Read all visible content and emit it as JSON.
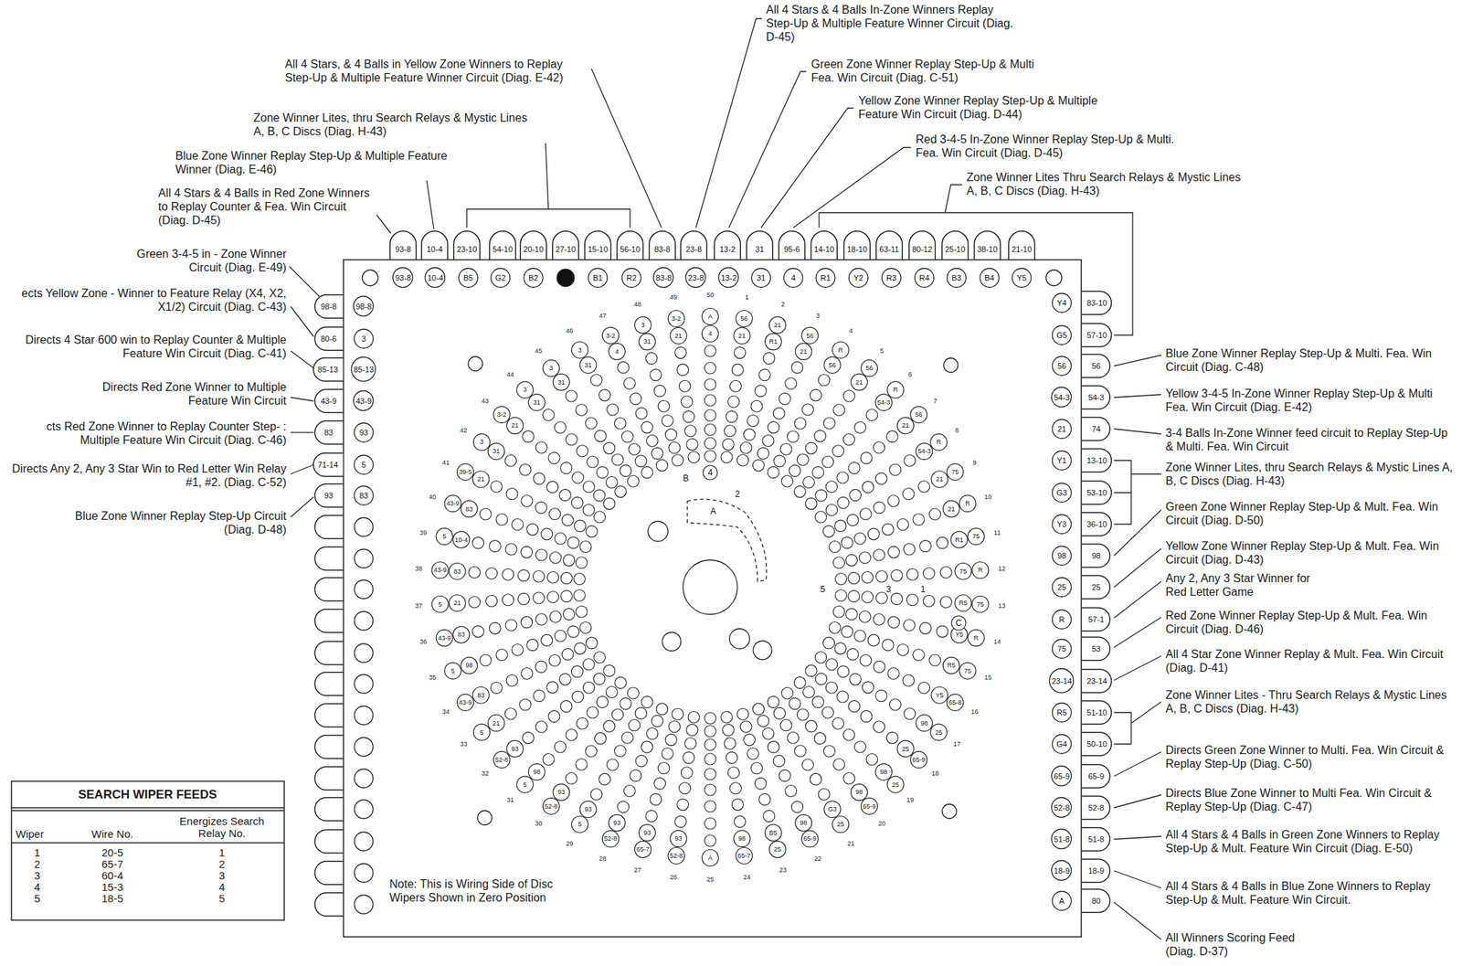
{
  "diagram": {
    "nodes": [
      {
        "text": [
          "Note: This is Wiring Side of Disc Wipers Shown in Zero Position"
        ]
      },
      {
        "text": [
          "93-8"
        ]
      },
      {
        "text": [
          "10-4"
        ]
      },
      {
        "text": [
          "23-10"
        ]
      },
      {
        "text": [
          "54-10"
        ]
      },
      {
        "text": [
          "20-10"
        ]
      },
      {
        "text": [
          "27-10"
        ]
      },
      {
        "text": [
          "15-10"
        ]
      },
      {
        "text": [
          "56-10"
        ]
      },
      {
        "text": [
          "83-8"
        ]
      },
      {
        "text": [
          "23-8"
        ]
      },
      {
        "text": [
          "13-2"
        ]
      },
      {
        "text": [
          "31"
        ]
      },
      {
        "text": [
          "95-6"
        ]
      },
      {
        "text": [
          "14-10"
        ]
      },
      {
        "text": [
          "18-10"
        ]
      },
      {
        "text": [
          "63-11"
        ]
      },
      {
        "text": [
          "80-12"
        ]
      },
      {
        "text": [
          "25-10"
        ]
      },
      {
        "text": [
          "38-10"
        ]
      },
      {
        "text": [
          "21-10"
        ]
      },
      {
        "text": [
          "93-8"
        ],
        "in": 0
      },
      {
        "text": [
          "10-4"
        ],
        "in": 0
      },
      {
        "text": [
          "B5"
        ],
        "in": 0
      },
      {
        "text": [
          "G2"
        ],
        "in": 0
      },
      {
        "text": [
          "B2"
        ],
        "in": 0
      },
      {
        "text": [
          "B1"
        ],
        "in": 0
      },
      {
        "text": [
          "R2"
        ],
        "in": 0
      },
      {
        "text": [
          "83-8"
        ],
        "in": 0
      },
      {
        "text": [
          "23-8"
        ],
        "in": 0
      },
      {
        "text": [
          "13-2"
        ],
        "in": 0
      },
      {
        "text": [
          "31"
        ],
        "in": 0
      },
      {
        "text": [
          "4"
        ],
        "in": 0
      },
      {
        "text": [
          "R1"
        ],
        "in": 0
      },
      {
        "text": [
          "Y2"
        ],
        "in": 0
      },
      {
        "text": [
          "R3"
        ],
        "in": 0
      },
      {
        "text": [
          "R4"
        ],
        "in": 0
      },
      {
        "text": [
          "B3"
        ],
        "in": 0
      },
      {
        "text": [
          "B4"
        ],
        "in": 0
      },
      {
        "text": [
          "Y5"
        ],
        "in": 0
      },
      {
        "text": [
          "98-8"
        ]
      },
      {
        "text": [
          "80-6"
        ]
      },
      {
        "text": [
          "85-13"
        ]
      },
      {
        "text": [
          "43-9"
        ]
      },
      {
        "text": [
          "83"
        ]
      },
      {
        "text": [
          "71-14"
        ]
      },
      {
        "text": [
          "93"
        ]
      },
      {
        "text": [
          "98-8"
        ],
        "in": 0
      },
      {
        "text": [
          "3"
        ],
        "in": 0
      },
      {
        "text": [
          "85-13"
        ],
        "in": 0
      },
      {
        "text": [
          "43-9"
        ],
        "in": 0
      },
      {
        "text": [
          "93"
        ],
        "in": 0
      },
      {
        "text": [
          "5"
        ],
        "in": 0
      },
      {
        "text": [
          "83"
        ],
        "in": 0
      },
      {
        "text": [
          "83-10"
        ]
      },
      {
        "text": [
          "57-10"
        ]
      },
      {
        "text": [
          "56"
        ]
      },
      {
        "text": [
          "54-3"
        ]
      },
      {
        "text": [
          "74"
        ]
      },
      {
        "text": [
          "13-10"
        ]
      },
      {
        "text": [
          "53-10"
        ]
      },
      {
        "text": [
          "36-10"
        ]
      },
      {
        "text": [
          "98"
        ]
      },
      {
        "text": [
          "25"
        ]
      },
      {
        "text": [
          "57-1"
        ]
      },
      {
        "text": [
          "53"
        ]
      },
      {
        "text": [
          "23-14"
        ]
      },
      {
        "text": [
          "51-10"
        ]
      },
      {
        "text": [
          "50-10"
        ]
      },
      {
        "text": [
          "65-9"
        ]
      },
      {
        "text": [
          "52-8"
        ]
      },
      {
        "text": [
          "51-8"
        ]
      },
      {
        "text": [
          "18-9"
        ]
      },
      {
        "text": [
          "80"
        ]
      },
      {
        "text": [
          "Y4"
        ],
        "in": 0
      },
      {
        "text": [
          "G5"
        ],
        "in": 0
      },
      {
        "text": [
          "56"
        ],
        "in": 0
      },
      {
        "text": [
          "54-3"
        ],
        "in": 0
      },
      {
        "text": [
          "21"
        ],
        "in": 0
      },
      {
        "text": [
          "Y1"
        ],
        "in": 0
      },
      {
        "text": [
          "G3"
        ],
        "in": 0
      },
      {
        "text": [
          "Y3"
        ],
        "in": 0
      },
      {
        "text": [
          "98"
        ],
        "in": 0
      },
      {
        "text": [
          "25"
        ],
        "in": 0
      },
      {
        "text": [
          "R"
        ],
        "in": 0
      },
      {
        "text": [
          "75"
        ],
        "in": 0
      },
      {
        "text": [
          "23-14"
        ],
        "in": 0
      },
      {
        "text": [
          "R5"
        ],
        "in": 0
      },
      {
        "text": [
          "G4"
        ],
        "in": 0
      },
      {
        "text": [
          "65-9"
        ],
        "in": 0
      },
      {
        "text": [
          "52-8"
        ],
        "in": 0
      },
      {
        "text": [
          "51-8"
        ],
        "in": 0
      },
      {
        "text": [
          "18-9"
        ],
        "in": 0
      },
      {
        "text": [
          "A"
        ],
        "in": 0
      }
    ],
    "labels": [
      "All 4 Stars & 4 Balls In-Zone Winners Replay Step-Up & Multiple Feature Winner Circuit (Diag. D-45)",
      "All 4 Stars, & 4 Balls in Yellow Zone Winners to Replay Step-Up & Multiple Feature Winner Circuit (Diag. E-42)",
      "Green Zone Winner Replay Step-Up & Multi Fea. Win Circuit (Diag. C-51)",
      "Yellow Zone Winner Replay Step-Up & Multiple Feature Win Circuit (Diag. D-44)",
      "Zone Winner Lites, thru Search Relays & Mystic Lines A, B, C Discs (Diag. H-43)",
      "Red 3-4-5 In-Zone Winner Replay Step-Up & Multi. Fea. Win Circuit (Diag. D-45)",
      "Blue Zone Winner Replay Step-Up & Multiple Feature Winner (Diag. E-46)",
      "Zone Winner Lites Thru Search Relays & Mystic Lines A, B, C Discs (Diag. H-43)",
      "All 4 Stars & 4 Balls in Red Zone Winners to Replay Counter & Fea. Win Circuit (Diag. D-45)",
      "Green 3-4-5 in - Zone Winner Circuit (Diag. E-49)",
      "ects Yellow Zone - Winner to Feature Relay (X4, X2, X1/2) Circuit (Diag. C-43)",
      "Directs 4 Star 600 win to Replay Counter & Multiple Feature Win Circuit (Diag. C-41)",
      "Directs Red Zone Winner to Multiple Feature Win Circuit",
      "cts Red Zone Winner to Replay Counter Step- : Multiple Feature Win Circuit (Diag. C-46)",
      "Directs Any 2, Any 3 Star Win to Red Letter Win Relay #1, #2. (Diag. C-52)",
      "Blue Zone Winner Replay Step-Up Circuit (Diag. D-48)",
      "Blue Zone Winner Replay Step-Up & Multi. Fea. Win Circuit (Diag. C-48)",
      "Yellow 3-4-5 In-Zone Winner Replay Step-Up & Multi Fea. Win Circuit (Diag. E-42)",
      "3-4 Balls In-Zone Winner feed circuit to Replay Step-Up & Multi. Fea. Win Circuit",
      "Zone Winner Lites, thru Search Relays & Mystic Lines A, B, C Discs (Diag. H-43)",
      "Green Zone Winner Replay Step-Up & Mult. Fea. Win Circuit (Diag. D-50)",
      "Yellow Zone Winner Replay Step-Up & Mult. Fea. Win Circuit (Diag. D-43)",
      "Any 2, Any 3 Star Winner for Red Letter Game",
      "Red Zone Winner Replay Step-Up & Mult. Fea. Win Circuit (Diag. D-46)",
      "All 4 Star Zone Winner Replay & Mult. Fea. Win Circuit (Diag. D-41)",
      "Zone Winner Lites - Thru Search Relays & Mystic Lines A, B, C Discs (Diag. H-43)",
      "Directs Green Zone Winner to Multi. Fea. Win Circuit & Replay Step-Up (Diag. C-50)",
      "Directs Blue Zone Winner to Multi Fea. Win Circuit & Replay Step-Up (Diag. C-47)",
      "All 4 Stars & 4 Balls in Green Zone Winners to Replay Step-Up & Mult. Feature Win Circuit (Diag. E-50)",
      "All 4 Stars & 4 Balls in Blue Zone Winners to Replay Step-Up & Mult. Feature Win Circuit.",
      "All Winners Scoring Feed (Diag. D-37)",
      "SEARCH WIPER FEEDS",
      "Wiper",
      "Wire No.",
      "Energizes Search Relay No.",
      "1",
      "20-5",
      "1",
      "2",
      "65-7",
      "2",
      "3",
      "60-4",
      "3",
      "4",
      "15-3",
      "4",
      "5",
      "18-5",
      "5",
      "1",
      "56",
      "21",
      "2",
      "21",
      "R1",
      "3",
      "56",
      "21",
      "4",
      "R",
      "56",
      "5",
      "56",
      "21",
      "6",
      "R",
      "54-3",
      "7",
      "56",
      "21",
      "8",
      "R",
      "54-3",
      "9",
      "75",
      "21",
      "10",
      "R",
      "21",
      "11",
      "75",
      "R1",
      "12",
      "R",
      "75",
      "13",
      "75",
      "R5",
      "14",
      "R",
      "Y5",
      "15",
      "75",
      "R5",
      "16",
      "65-8",
      "Y5",
      "17",
      "25",
      "98",
      "18",
      "65-9",
      "25",
      "19",
      "25",
      "98",
      "20",
      "65-9",
      "98",
      "21",
      "25",
      "G3",
      "22",
      "65-9",
      "98",
      "23",
      "25",
      "B5",
      "24",
      "65-7",
      "98",
      "25",
      "A",
      "26",
      "52-8",
      "93",
      "27",
      "65-7",
      "93",
      "28",
      "52-8",
      "93",
      "29",
      "5",
      "93",
      "30",
      "52-8",
      "93",
      "31",
      "5",
      "98",
      "32",
      "52-8",
      "93",
      "33",
      "5",
      "21",
      "34",
      "43-9",
      "83",
      "35",
      "5",
      "98",
      "36",
      "43-9",
      "83",
      "37",
      "5",
      "21",
      "38",
      "43-9",
      "83",
      "39",
      "5",
      "10-4",
      "40",
      "43-9",
      "83",
      "41",
      "39-5",
      "21",
      "42",
      "3",
      "31",
      "43",
      "3-2",
      "21",
      "44",
      "3",
      "31",
      "45",
      "3",
      "31",
      "46",
      "3",
      "31",
      "47",
      "3-2",
      "4",
      "48",
      "3",
      "31",
      "49",
      "3-2",
      "21",
      "50",
      "A",
      "4",
      "A",
      "B",
      "C",
      "1",
      "2",
      "3",
      "4",
      "5"
    ]
  }
}
